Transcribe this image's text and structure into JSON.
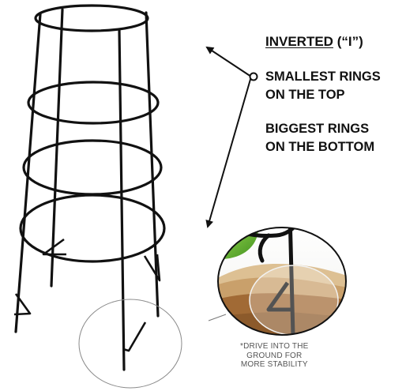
{
  "heading": {
    "underlined": "INVERTED",
    "suffix": " (“I”)"
  },
  "smallest_rings": [
    "SMALLEST RINGS",
    "ON THE TOP"
  ],
  "biggest_rings": [
    "BIGGEST RINGS",
    "ON THE BOTTOM"
  ],
  "footnote": [
    "*DRIVE INTO THE",
    "GROUND FOR",
    "MORE STABILITY"
  ],
  "colors": {
    "wire": "#111111",
    "callout_outline": "#888888",
    "leaf": "#5aaa2a",
    "soil": "#a8743e",
    "sand": "#d9b98c"
  }
}
